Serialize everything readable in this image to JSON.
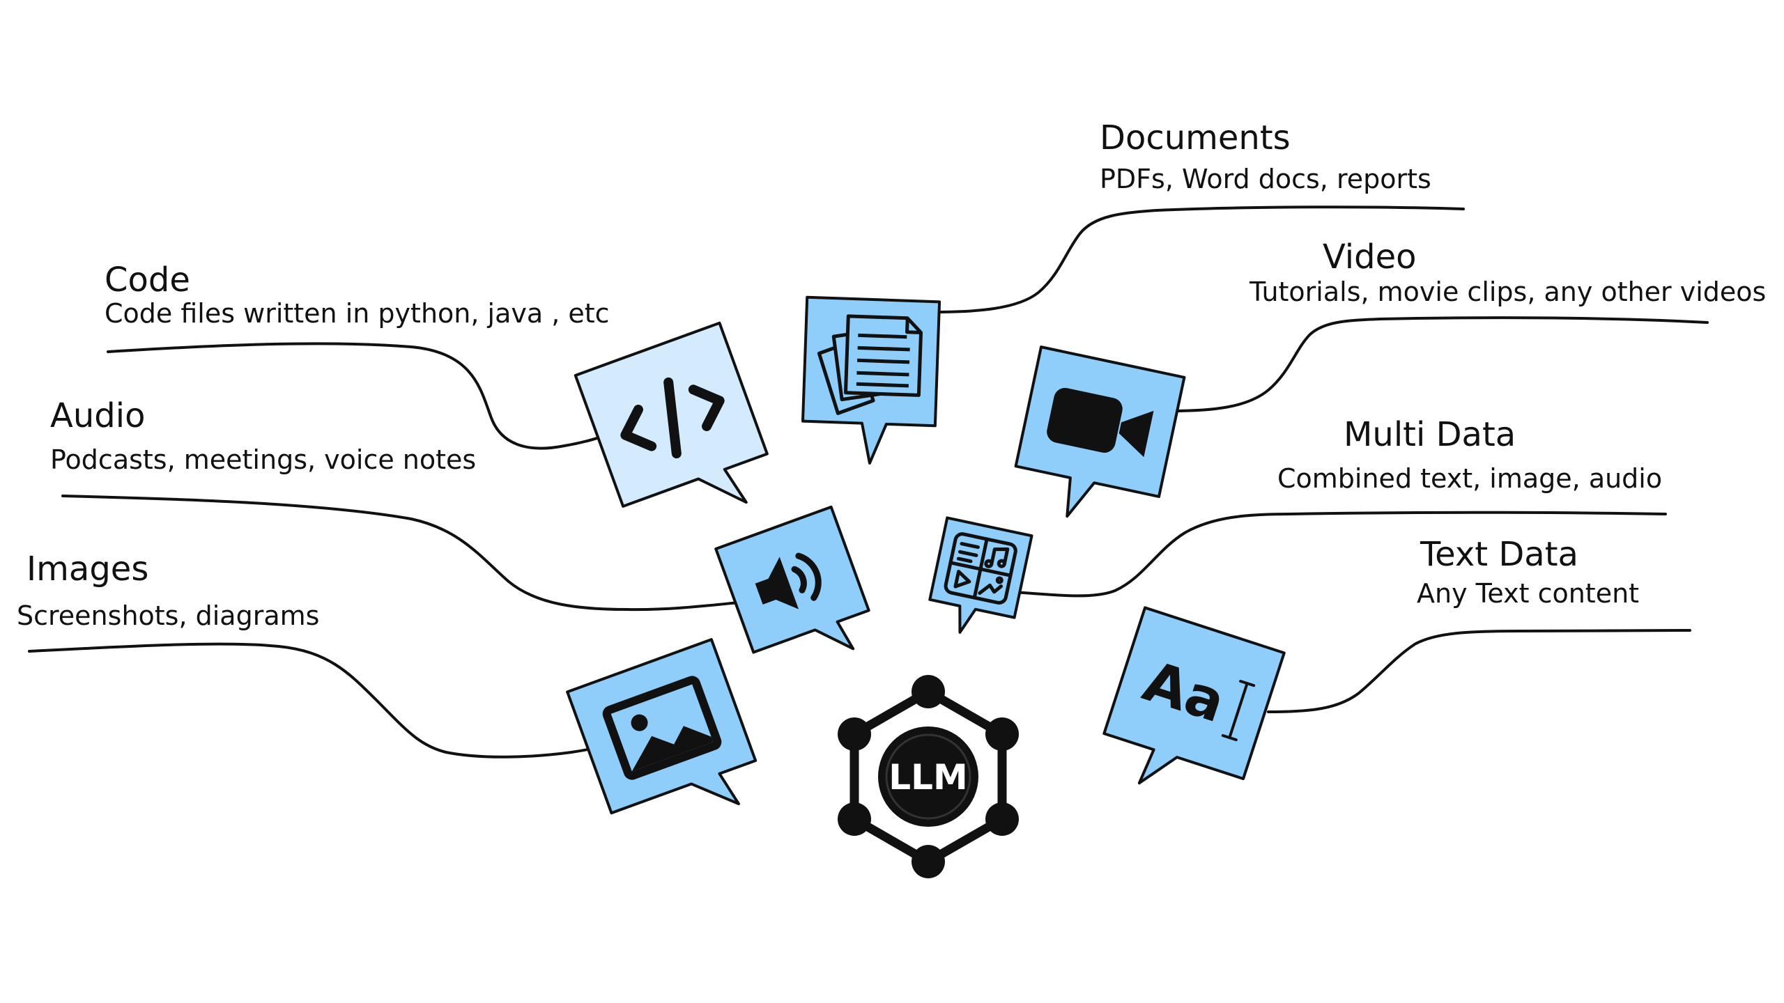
{
  "center": {
    "label": "LLM"
  },
  "colors": {
    "bubble_fill": "#8fcdfb",
    "bubble_fill_light": "#d3ebfd",
    "ink": "#111111",
    "background": "#ffffff"
  },
  "sources": [
    {
      "id": "code",
      "title": "Code",
      "description": "Code files written in python, java , etc",
      "icon": "code-brackets-icon"
    },
    {
      "id": "audio",
      "title": "Audio",
      "description": "Podcasts, meetings, voice notes",
      "icon": "speaker-icon"
    },
    {
      "id": "images",
      "title": "Images",
      "description": "Screenshots, diagrams",
      "icon": "picture-icon"
    },
    {
      "id": "documents",
      "title": "Documents",
      "description": "PDFs, Word docs, reports",
      "icon": "document-stack-icon"
    },
    {
      "id": "video",
      "title": "Video",
      "description": "Tutorials, movie clips, any other videos",
      "icon": "video-camera-icon"
    },
    {
      "id": "multi",
      "title": "Multi Data",
      "description": "Combined text, image, audio",
      "icon": "multimedia-grid-icon"
    },
    {
      "id": "text",
      "title": "Text Data",
      "description": "Any Text content",
      "icon": "text-aa-icon",
      "icon_text": "Aa"
    }
  ]
}
